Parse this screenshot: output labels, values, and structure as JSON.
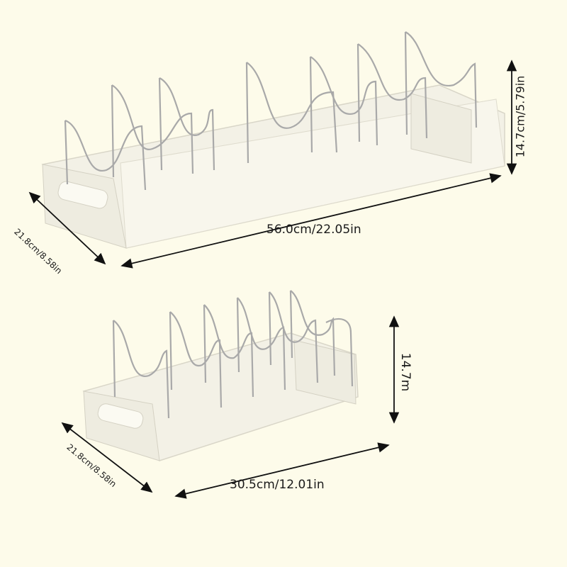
{
  "colors": {
    "background": "#fdfbea",
    "rack": "#f3f1e6",
    "rack_shadow": "#d9d6c8",
    "wire": "#a9a9a9",
    "arrow": "#111111"
  },
  "large_rack": {
    "height_label": "14.7cm/5.79in",
    "depth_label": "21.8cm/8.58in",
    "length_label": "56.0cm/22.05in",
    "divider_count": 7
  },
  "small_rack": {
    "height_label": "14.7m",
    "depth_label": "21.8cm/8.58in",
    "length_label": "30.5cm/12.01in",
    "divider_count": 7
  }
}
